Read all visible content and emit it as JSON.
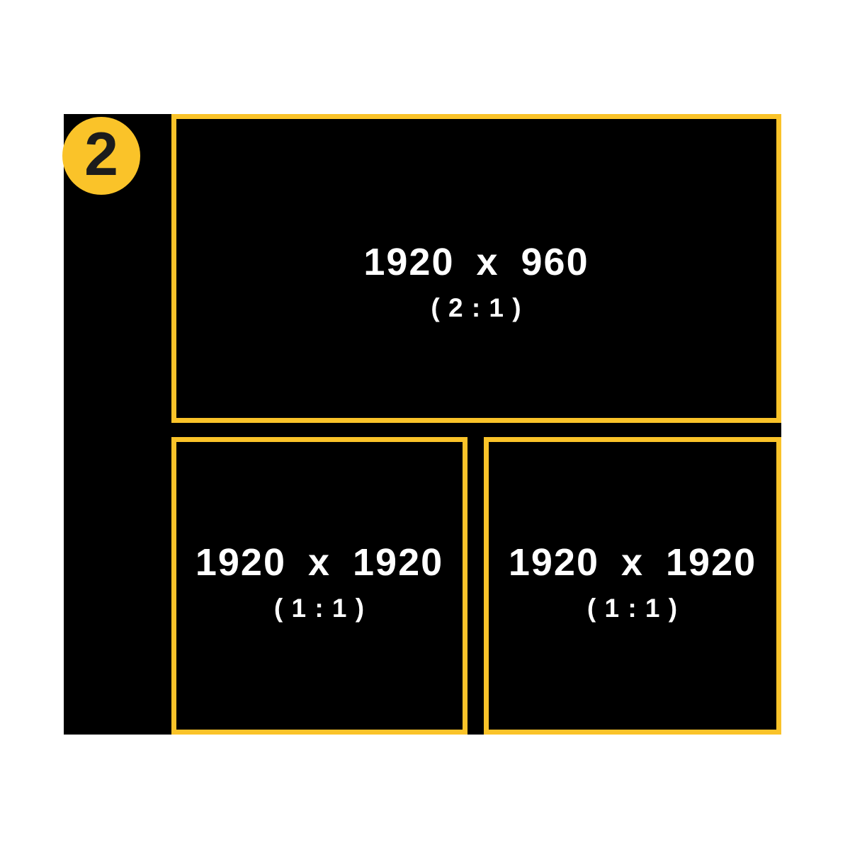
{
  "page": {
    "background": "#FFFFFF"
  },
  "colors": {
    "accent_yellow": "#FAC329",
    "panel_black": "#000000",
    "text_white": "#FFFFFF",
    "badge_number_dark": "#1C1C1C"
  },
  "badge": {
    "number": "2"
  },
  "boxes": [
    {
      "name": "landscape-banner",
      "dimensions": "1920 x 960",
      "ratio": "( 2 : 1 )"
    },
    {
      "name": "square-left",
      "dimensions": "1920 x 1920",
      "ratio": "( 1 : 1 )"
    },
    {
      "name": "square-right",
      "dimensions": "1920 x 1920",
      "ratio": "( 1 : 1 )"
    }
  ]
}
